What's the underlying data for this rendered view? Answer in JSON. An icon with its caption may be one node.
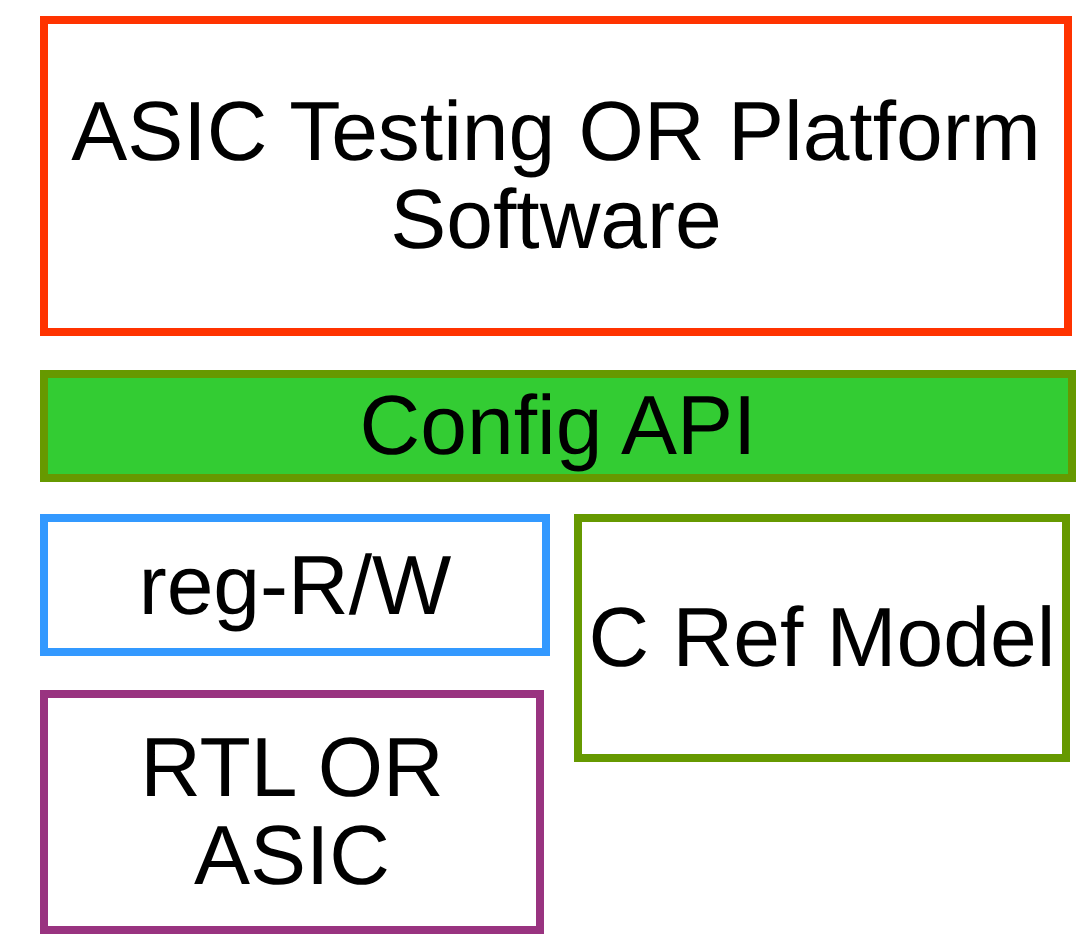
{
  "diagram": {
    "nodes": [
      {
        "text": [
          "ASIC Testing OR Platform Software"
        ]
      },
      {
        "text": [
          "Config API"
        ]
      },
      {
        "text": [
          "reg-R/W"
        ]
      },
      {
        "text": [
          "C Ref Model"
        ]
      },
      {
        "text": [
          "RTL OR ASIC"
        ]
      }
    ]
  }
}
